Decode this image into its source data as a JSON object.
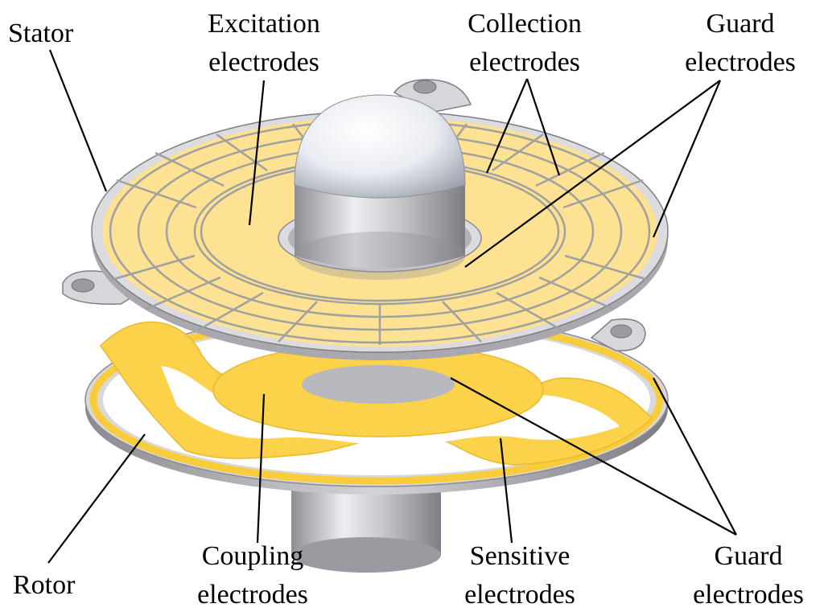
{
  "labels": {
    "stator": "Stator",
    "rotor": "Rotor",
    "excitation": [
      "Excitation",
      "electrodes"
    ],
    "collection": [
      "Collection",
      "electrodes"
    ],
    "guard_top": [
      "Guard",
      "electrodes"
    ],
    "coupling": [
      "Coupling",
      "electrodes"
    ],
    "sensitive": [
      "Sensitive",
      "electrodes"
    ],
    "guard_bottom": [
      "Guard",
      "electrodes"
    ]
  },
  "colors": {
    "electrode_pale": "#FDE293",
    "electrode_bright": "#FCD34D",
    "stator_gray": "#D7D7D9",
    "rotor_gray": "#C9C8CC",
    "grid_line": "#9A9A9A",
    "leader_line": "#000000"
  }
}
